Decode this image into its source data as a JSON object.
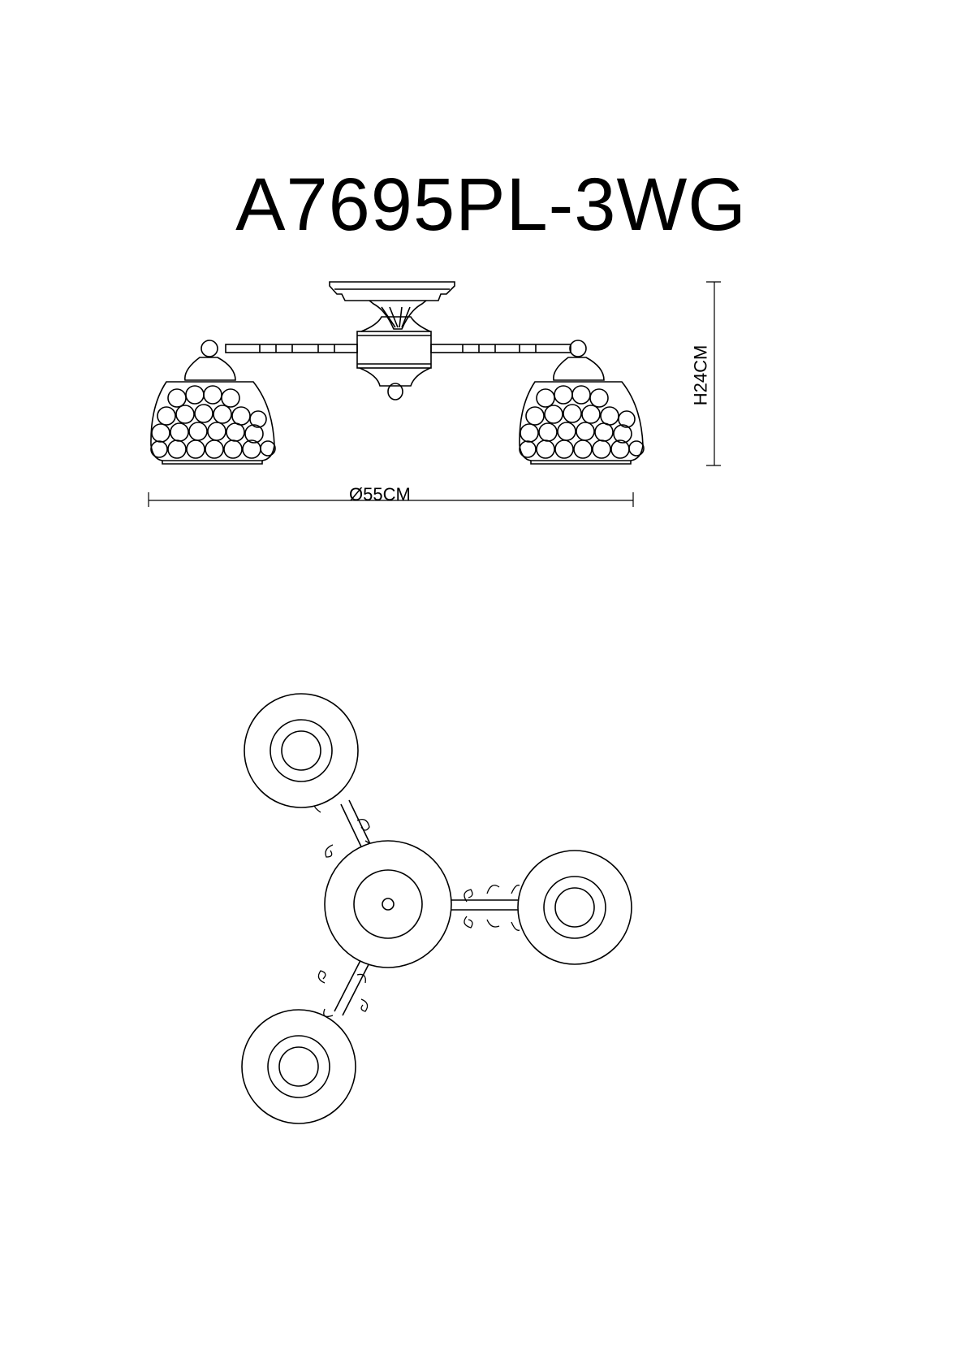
{
  "title": "A7695PL-3WG",
  "dimensions": {
    "diameter_label": "Ø55CM",
    "height_label": "H24CM"
  },
  "colors": {
    "line": "#000000",
    "background": "#ffffff"
  }
}
